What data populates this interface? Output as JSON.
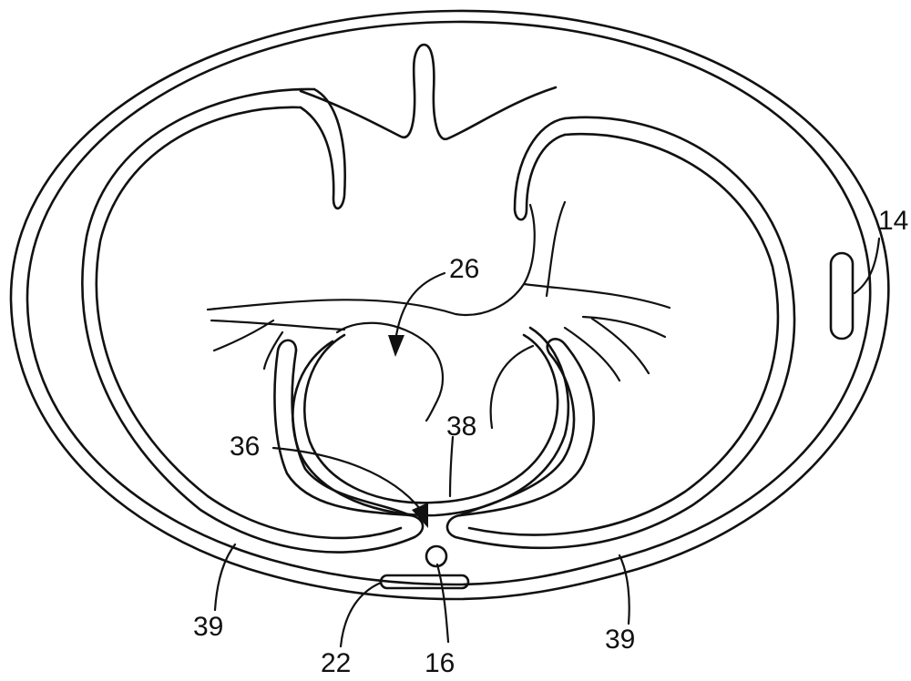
{
  "labels": {
    "l14": "14",
    "l26": "26",
    "l36": "36",
    "l38": "38",
    "l39_left": "39",
    "l39_right": "39",
    "l22": "22",
    "l16": "16"
  }
}
